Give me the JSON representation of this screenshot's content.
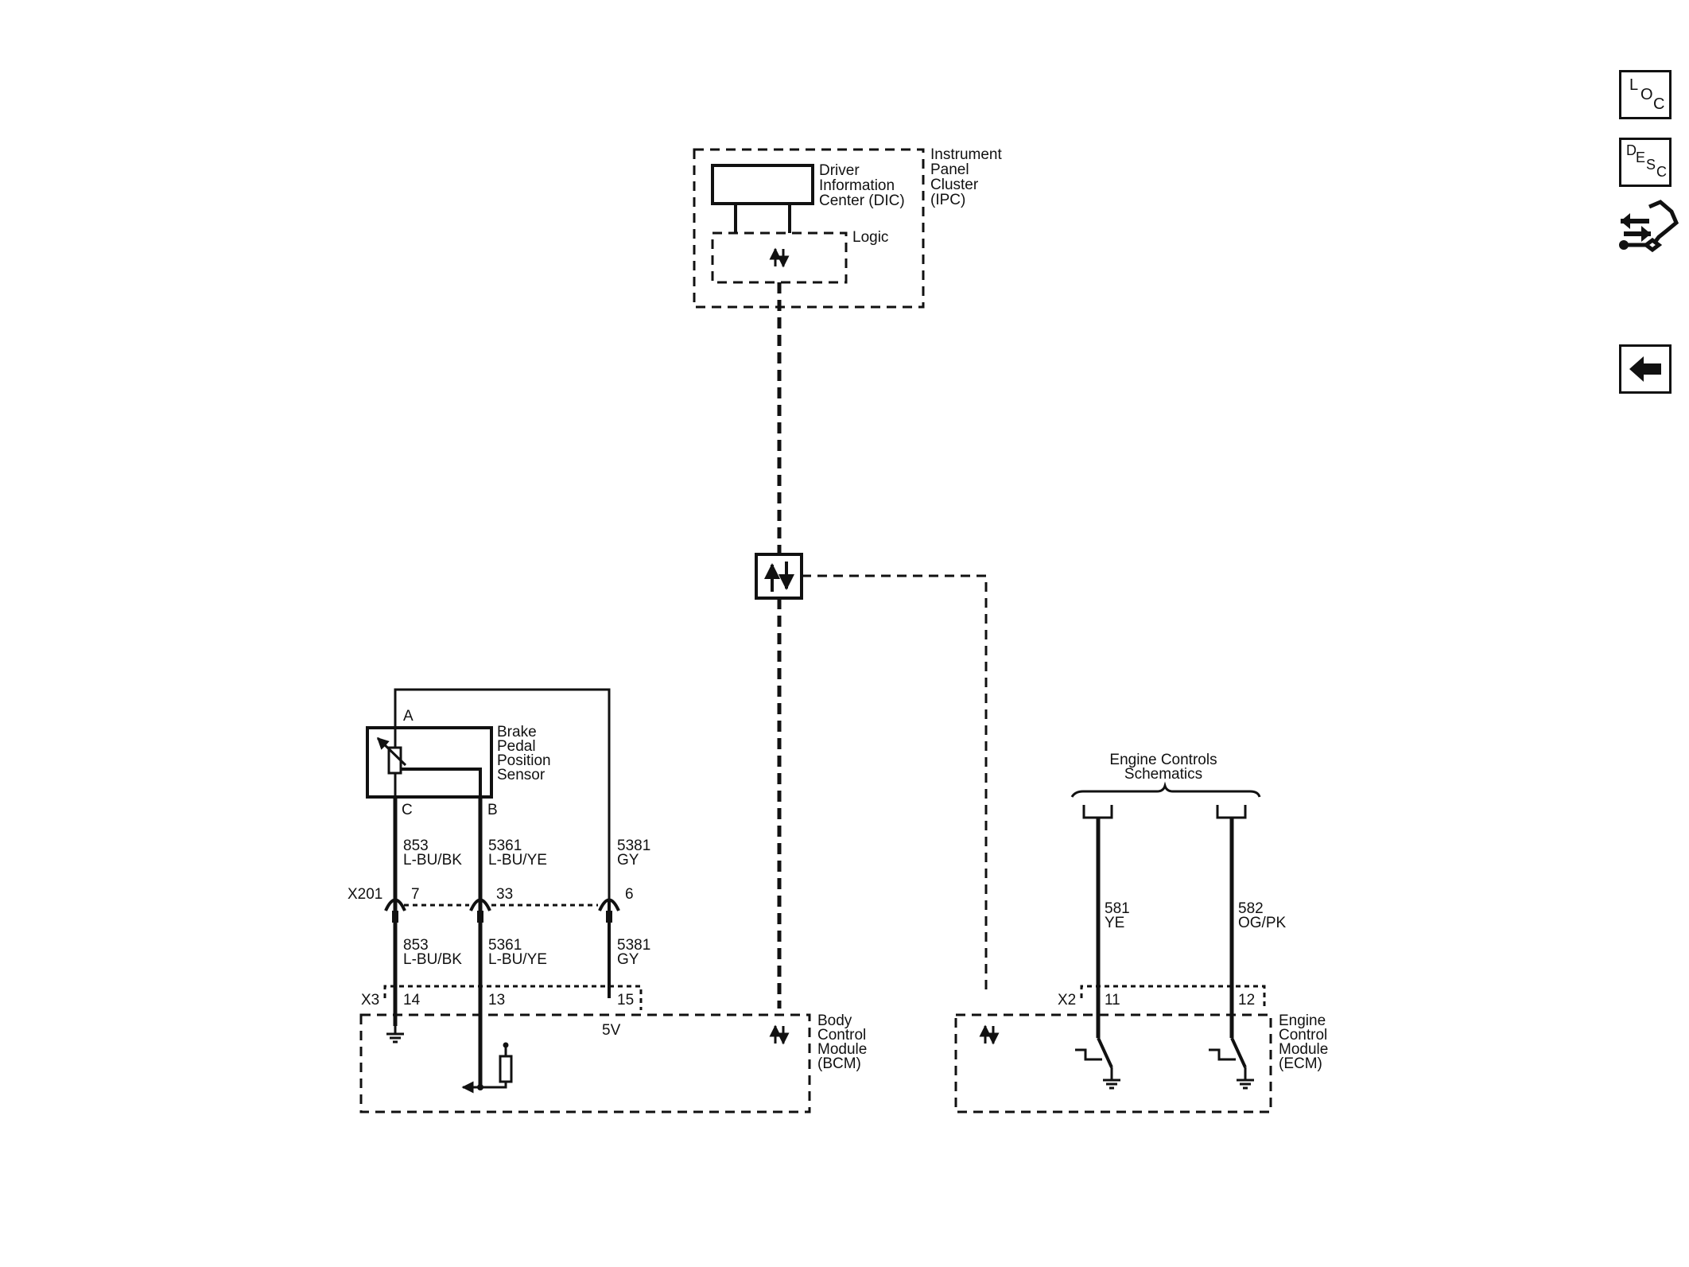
{
  "ipc": {
    "dic_label": [
      "Driver",
      "Information",
      "Center (DIC)"
    ],
    "logic_label": "Logic",
    "module_label": [
      "Instrument",
      "Panel",
      "Cluster",
      "(IPC)"
    ]
  },
  "sensor": {
    "label": [
      "Brake",
      "Pedal",
      "Position",
      "Sensor"
    ],
    "pin_a": "A",
    "pin_b": "B",
    "pin_c": "C"
  },
  "wires_upper": [
    {
      "circuit": "853",
      "color": "L-BU/BK"
    },
    {
      "circuit": "5361",
      "color": "L-BU/YE"
    },
    {
      "circuit": "5381",
      "color": "GY"
    }
  ],
  "connector_x201": {
    "name": "X201",
    "pins": [
      "7",
      "33",
      "6"
    ]
  },
  "wires_lower": [
    {
      "circuit": "853",
      "color": "L-BU/BK"
    },
    {
      "circuit": "5361",
      "color": "L-BU/YE"
    },
    {
      "circuit": "5381",
      "color": "GY"
    }
  ],
  "connector_x3": {
    "name": "X3",
    "pins": [
      "14",
      "13",
      "15"
    ]
  },
  "bcm": {
    "supply_label": "5V",
    "module_label": [
      "Body",
      "Control",
      "Module",
      "(BCM)"
    ]
  },
  "engine_ref": {
    "label": [
      "Engine Controls",
      "Schematics"
    ]
  },
  "ecm_wires": [
    {
      "circuit": "581",
      "color": "YE"
    },
    {
      "circuit": "582",
      "color": "OG/PK"
    }
  ],
  "connector_x2": {
    "name": "X2",
    "pins": [
      "11",
      "12"
    ]
  },
  "ecm": {
    "module_label": [
      "Engine",
      "Control",
      "Module",
      "(ECM)"
    ]
  },
  "nav": {
    "loc": [
      "L",
      "O",
      "C"
    ],
    "desc": [
      "D",
      "E",
      "S",
      "C"
    ],
    "tools_icon": "tools-icon",
    "back_icon": "back-arrow-icon"
  }
}
